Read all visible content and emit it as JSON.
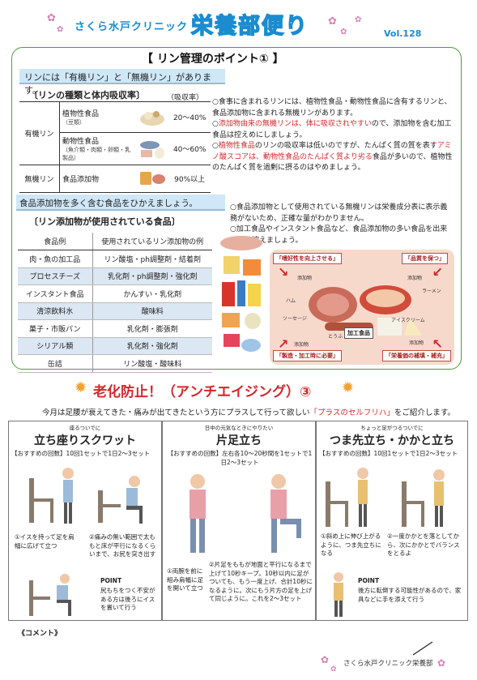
{
  "header": {
    "clinic": "さくら水戸クリニック",
    "title": "栄養部便り",
    "vol": "Vol.128"
  },
  "section1": {
    "title": "【 リン管理のポイント① 】",
    "lead": "リンには「有機リン」と「無機リン」があります。",
    "types_heading": "〔リンの種類と体内吸収率〕",
    "absorption_label": "（吸収率）",
    "types_table": [
      {
        "category": "有機リン",
        "food": "植物性食品",
        "note": "（豆類）",
        "rate": "20〜40%"
      },
      {
        "category": "",
        "food": "動物性食品",
        "note": "（魚介類・肉類・卵類・乳製品）",
        "rate": "40〜60%"
      },
      {
        "category": "無機リン",
        "food": "食品添加物",
        "note": "",
        "rate": "90%以上"
      }
    ],
    "points": [
      {
        "pre": "○食事に含まれるリンには、植物性食品・動物性食品に含有するリンと、食品添加物に含まれる無機リンがあります。",
        "red": "",
        "post": ""
      },
      {
        "pre": "○",
        "red": "添加物由来の無機リンは、体に吸収されやすい",
        "post": "ので、添加物を含む加工食品は控えめにしましょう。"
      },
      {
        "pre": "○",
        "red": "植物性食品",
        "post": "のリンの吸収率は低いのですが、たんぱく質の質を表す"
      },
      {
        "pre": "",
        "red": "アミノ酸スコアは、動物性食品のたんぱく質より劣る",
        "post": "食品が多いので、植物性のたんぱく質を過剰に摂るのはやめましょう。"
      }
    ],
    "lead2": "食品添加物を多く含む食品をひかえましょう。",
    "additives_heading": "〔リン添加物が使用されている食品〕",
    "additives_table": {
      "headers": [
        "食品例",
        "使用されているリン添加物の例"
      ],
      "rows": [
        [
          "肉・魚の加工品",
          "リン酸塩・ph調整剤・結着剤"
        ],
        [
          "プロセスチーズ",
          "乳化剤・ph調整剤・強化剤"
        ],
        [
          "インスタント食品",
          "かんすい・乳化剤"
        ],
        [
          "清涼飲料水",
          "酸味料"
        ],
        [
          "菓子・市販パン",
          "乳化剤・膨張剤"
        ],
        [
          "シリアル類",
          "乳化剤・強化剤"
        ],
        [
          "缶詰",
          "リン酸塩・酸味料"
        ]
      ]
    },
    "points2": [
      "○食品添加物として使用されている無機リンは栄養成分表に表示義務がないため、正確な量がわかりません。",
      "○加工食品やインスタント食品など、食品添加物の多い食品を出来るだけ控えましょう。"
    ],
    "diagram": {
      "top_left": "「嗜好性を向上させる」",
      "top_right": "「品質を保つ」",
      "bottom_left": "「製造・加工時に必要」",
      "bottom_right": "「栄養価の補填・補充」",
      "center": "加工食品",
      "labels": [
        "添加物",
        "添加物",
        "添加物",
        "添加物",
        "ハム",
        "ラーメン",
        "ソーセージ",
        "とうふ",
        "アイスクリーム"
      ]
    }
  },
  "section2": {
    "title": "老化防止！（アンチエイジング）③",
    "intro_pre": "今月は足腰が衰えてきた・痛みが出てきたという方にプラスして行って欲しい",
    "intro_red": "「プラスのセルフリハ」",
    "intro_post": "をご紹介します。",
    "panels": [
      {
        "sub": "座るついでに",
        "title": "立ち座りスクワット",
        "rec": "【おすすめの回数】10回1セットで1日2〜3セット",
        "step1": "①イスを持って足を肩幅に広げて立つ",
        "step2": "②痛みの無い範囲で太ももと床が平行になるくらいまで、お尻を突き出す",
        "point_label": "POINT",
        "point": "尻もちをつく不安がある方は後ろにイスを置いて行う"
      },
      {
        "sub": "日中の元気なときにやりたい",
        "title": "片足立ち",
        "rec": "【おすすめの回数】左右各10〜20秒間を1セットで1日2〜3セット",
        "step1": "①両腕を前に組み肩幅に足を開いて立つ",
        "step2": "②片足をももが地面と平行になるまで上げて10秒キープ。10秒以内に足がついても、もう一度上げ、合計10秒になるように。次にもう片方の足を上げて同じように。これを2〜3セット",
        "point_label": "",
        "point": ""
      },
      {
        "sub": "ちょっと足がつるついでに",
        "title": "つま先立ち・かかと立ち",
        "rec": "【おすすめの回数】10回1セットで1日2〜3セット",
        "step1": "①斜め上に伸び上がるように、つま先立ちになる",
        "step2": "②一度かかとを落としてから、次にかかとでバランスをとるよ",
        "point_label": "POINT",
        "point": "後方に転倒する可能性があるので、家具などに手を添えて行う"
      }
    ]
  },
  "comment": "《コメント》",
  "footer": "さくら水戸クリニック栄養部"
}
